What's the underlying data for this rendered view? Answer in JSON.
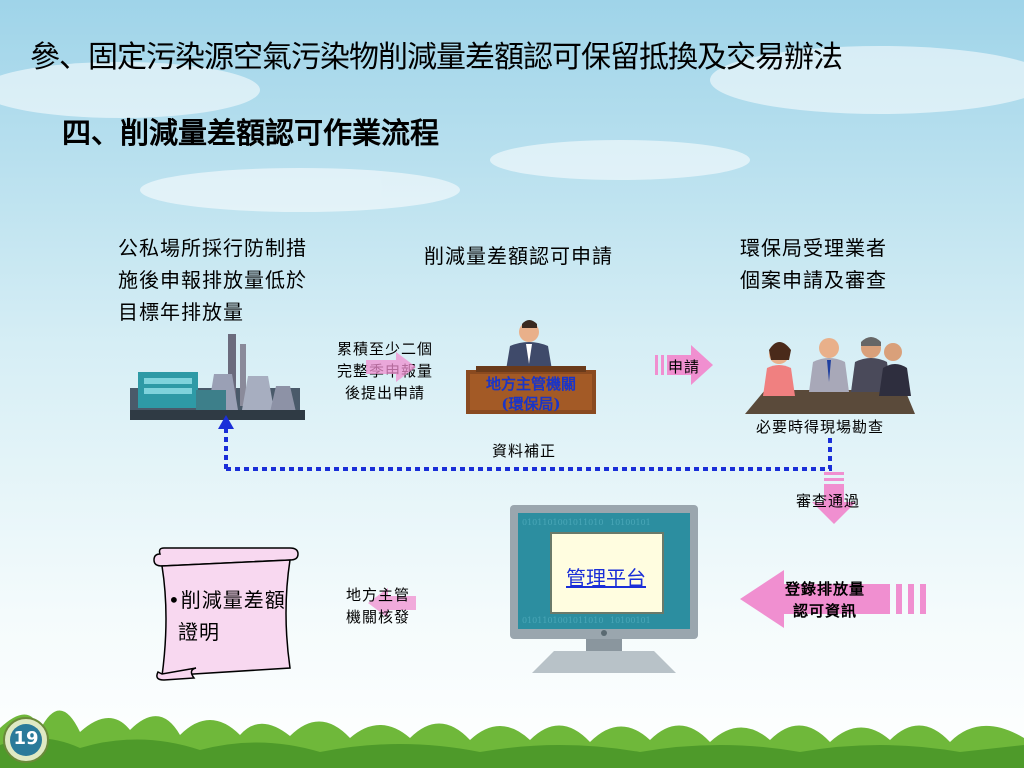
{
  "slide": {
    "title": "參、固定污染源空氣污染物削減量差額認可保留抵換及交易辦法",
    "subtitle": "四、削減量差額認可作業流程",
    "page_number": "19"
  },
  "flow": {
    "source_text": [
      "公私場所採行防制措",
      "施後申報排放量低於",
      "目標年排放量"
    ],
    "apply_title": "削減量差額認可申請",
    "review_text": [
      "環保局受理業者",
      "個案申請及審查"
    ],
    "accumulate_text": [
      "累積至少二個",
      "完整季申報量",
      "後提出申請"
    ],
    "desk_label": [
      "地方主管機關",
      "(環保局)"
    ],
    "apply_arrow_label": "申請",
    "site_check": "必要時得現場勘查",
    "data_correction": "資料補正",
    "review_pass": "審查通過",
    "register": [
      "登錄排放量",
      "認可資訊"
    ],
    "platform": "管理平台",
    "issue_text": [
      "地方主管",
      "機關核發"
    ],
    "certificate": [
      "•削減量差額",
      "證明"
    ]
  }
}
